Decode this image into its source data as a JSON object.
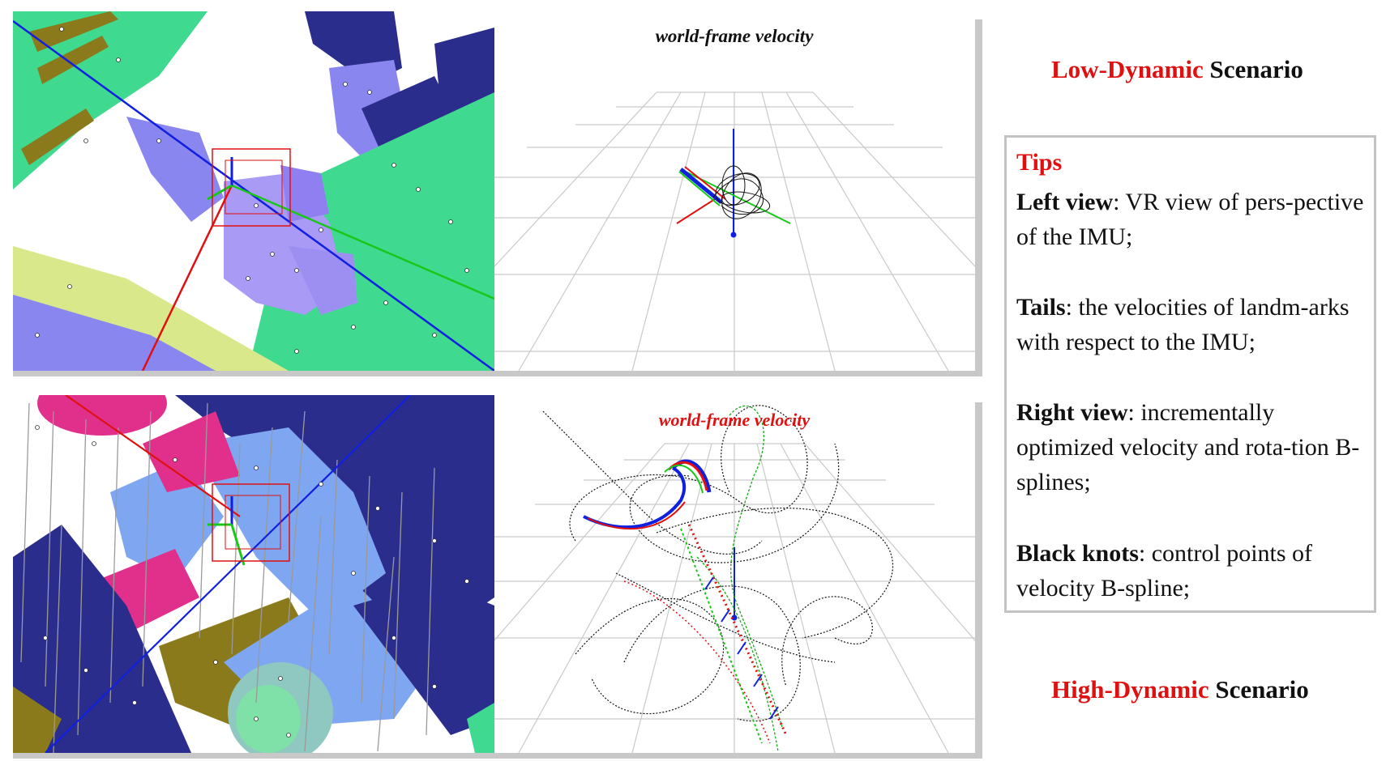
{
  "panels": {
    "top_right": {
      "title": "world-frame velocity"
    },
    "bottom_right": {
      "title": "world-frame velocity"
    }
  },
  "scenarios": {
    "low": {
      "accent": "Low-Dynamic",
      "rest": "Scenario"
    },
    "high": {
      "accent": "High-Dynamic",
      "rest": "Scenario"
    }
  },
  "tips": {
    "title": "Tips",
    "items": [
      {
        "term": "Left view",
        "text": ": VR view of  pers-pective of the IMU;"
      },
      {
        "term": "Tails",
        "text": ": the velocities of landm-arks with respect to the IMU;"
      },
      {
        "term": "Right view",
        "text": ":  incrementally optimized velocity and rota-tion B-splines;"
      },
      {
        "term": "Black knots",
        "text": ": control points of velocity B-spline;"
      }
    ]
  },
  "colors": {
    "accent_red": "#e01010",
    "axis_x": "#e01010",
    "axis_y": "#18c818",
    "axis_z": "#1020e0",
    "teal": "#3fd98f",
    "navy": "#2a2d8c",
    "lavender": "#8a86f0",
    "olive": "#8a7a1c",
    "lime": "#d8e88a",
    "magenta": "#e0308c",
    "sky": "#7fa6f0"
  }
}
